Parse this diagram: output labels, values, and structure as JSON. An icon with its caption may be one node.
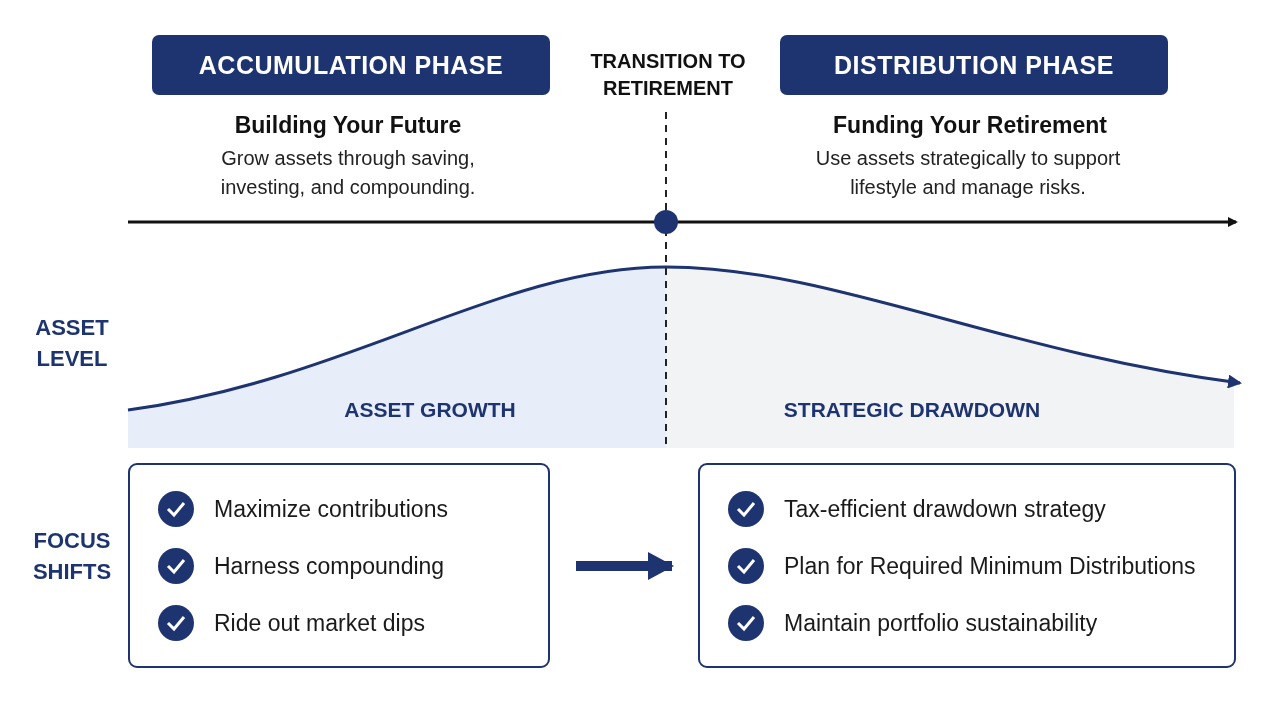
{
  "diagram": {
    "nodes": [
      {
        "text": [
          "ACCUMULATION PHASE"
        ]
      },
      {
        "text": [
          "DISTRIBUTION PHASE"
        ]
      },
      {
        "text": [
          "Maximize contributions",
          "Harness compounding",
          "Ride out market dips"
        ]
      },
      {
        "text": [
          "Tax-efficient drawdown strategy",
          "Plan for Required Minimum Distributions",
          "Maintain portfolio sustainability"
        ]
      }
    ],
    "edges": [
      {
        "from": 2,
        "to": 3,
        "arrow": "to"
      }
    ],
    "labels": [
      "TRANSITION TO RETIREMENT",
      "Building Your Future",
      "Grow assets through saving, investing, and compounding.",
      "Funding Your Retirement",
      "Use assets strategically to support lifestyle and manage risks.",
      "ASSET LEVEL",
      "ASSET GROWTH",
      "STRATEGIC DRAWDOWN",
      "FOCUS SHIFTS"
    ]
  }
}
